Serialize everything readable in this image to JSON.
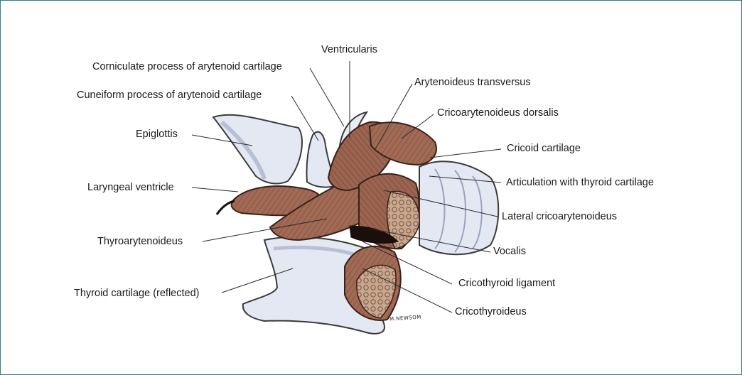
{
  "labels": {
    "ventricularis": "Ventricularis",
    "corniculate": "Corniculate process of arytenoid cartilage",
    "arytenoideus": "Arytenoideus transversus",
    "cuneiform": "Cuneiform process of arytenoid cartilage",
    "cricoarytenoideus_dorsalis": "Cricoarytenoideus dorsalis",
    "epiglottis": "Epiglottis",
    "cricoid": "Cricoid cartilage",
    "articulation": "Articulation with thyroid cartilage",
    "laryngeal_ventricle": "Laryngeal ventricle",
    "lateral_cricoarytenoideus": "Lateral cricoarytenoideus",
    "thyroarytenoideus": "Thyroarytenoideus",
    "vocalis": "Vocalis",
    "cricothyroid_ligament": "Cricothyroid ligament",
    "thyroid_cartilage": "Thyroid cartilage (reflected)",
    "cricothyroideus": "Cricothyroideus"
  },
  "signature": "M.NEWSOM",
  "colors": {
    "frame_border": "#2f7f86",
    "muscle": "#a06a55",
    "muscle_dark": "#6e3f32",
    "cartilage": "#e4e8f2",
    "cartilage_shadow": "#b9c0d6"
  }
}
